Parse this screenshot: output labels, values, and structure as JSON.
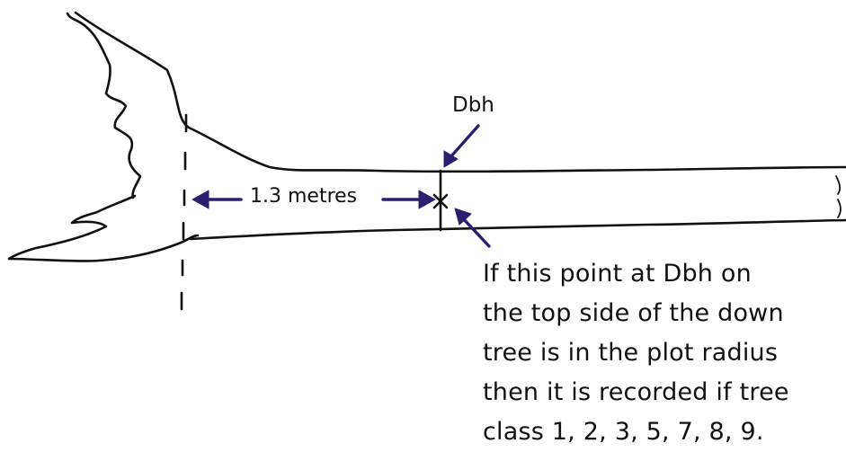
{
  "labels": {
    "dbh": "Dbh",
    "distance": "1.3 metres"
  },
  "note": {
    "lines": [
      "If this point at Dbh on",
      "the top side of the down",
      "tree is in the plot radius",
      "then it is recorded if tree",
      "class 1, 2, 3, 5, 7, 8, 9."
    ]
  },
  "colors": {
    "ink": "#111111",
    "arrow": "#2b1f6e",
    "background": "#ffffff"
  }
}
